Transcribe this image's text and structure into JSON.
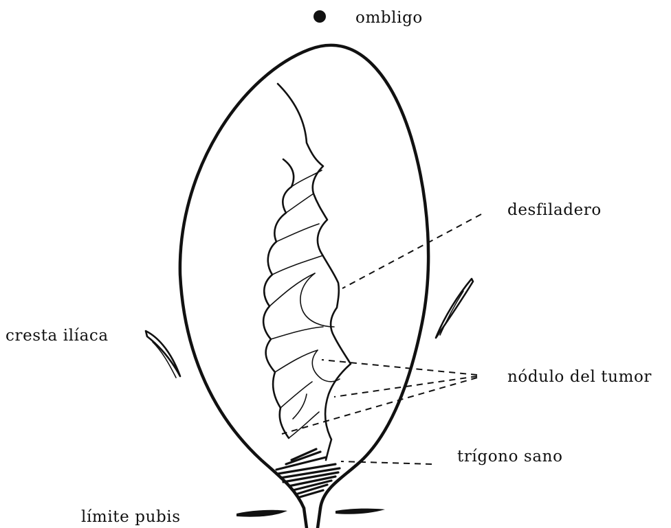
{
  "labels": {
    "umbilicus": "ombligo",
    "iliac_crest": "cresta ilíaca",
    "defile": "desfiladero",
    "tumor_nodule": "nódulo del tumor",
    "healthy_trigone": "trígono sano",
    "pubic_limit": "límite pubis"
  },
  "colors": {
    "ink": "#111111",
    "background": "#ffffff"
  }
}
